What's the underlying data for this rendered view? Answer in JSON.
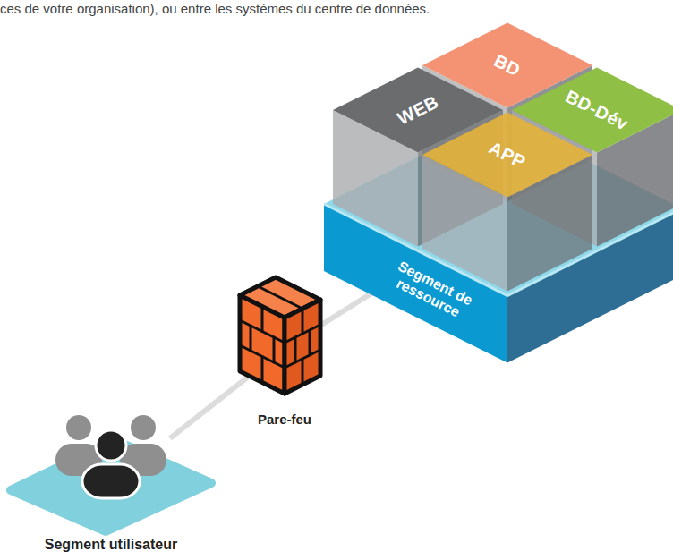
{
  "diagram": {
    "nodes": [
      {
        "text": [
          "Segment de ressource"
        ]
      },
      {
        "text": [
          "BD"
        ],
        "in": 0
      },
      {
        "text": [
          "WEB"
        ],
        "in": 0
      },
      {
        "text": [
          "BD-Dév"
        ],
        "in": 0
      },
      {
        "text": [
          "APP"
        ],
        "in": 0
      },
      {
        "text": [
          "Pare-feu"
        ]
      },
      {
        "text": [
          "Segment utilisateur"
        ]
      }
    ],
    "edges": [
      {
        "from": 6,
        "to": 5,
        "arrow": "none"
      },
      {
        "from": 5,
        "to": 0,
        "arrow": "none"
      }
    ],
    "labels": [
      "ces de votre organisation), ou entre les systèmes du centre de données."
    ]
  }
}
